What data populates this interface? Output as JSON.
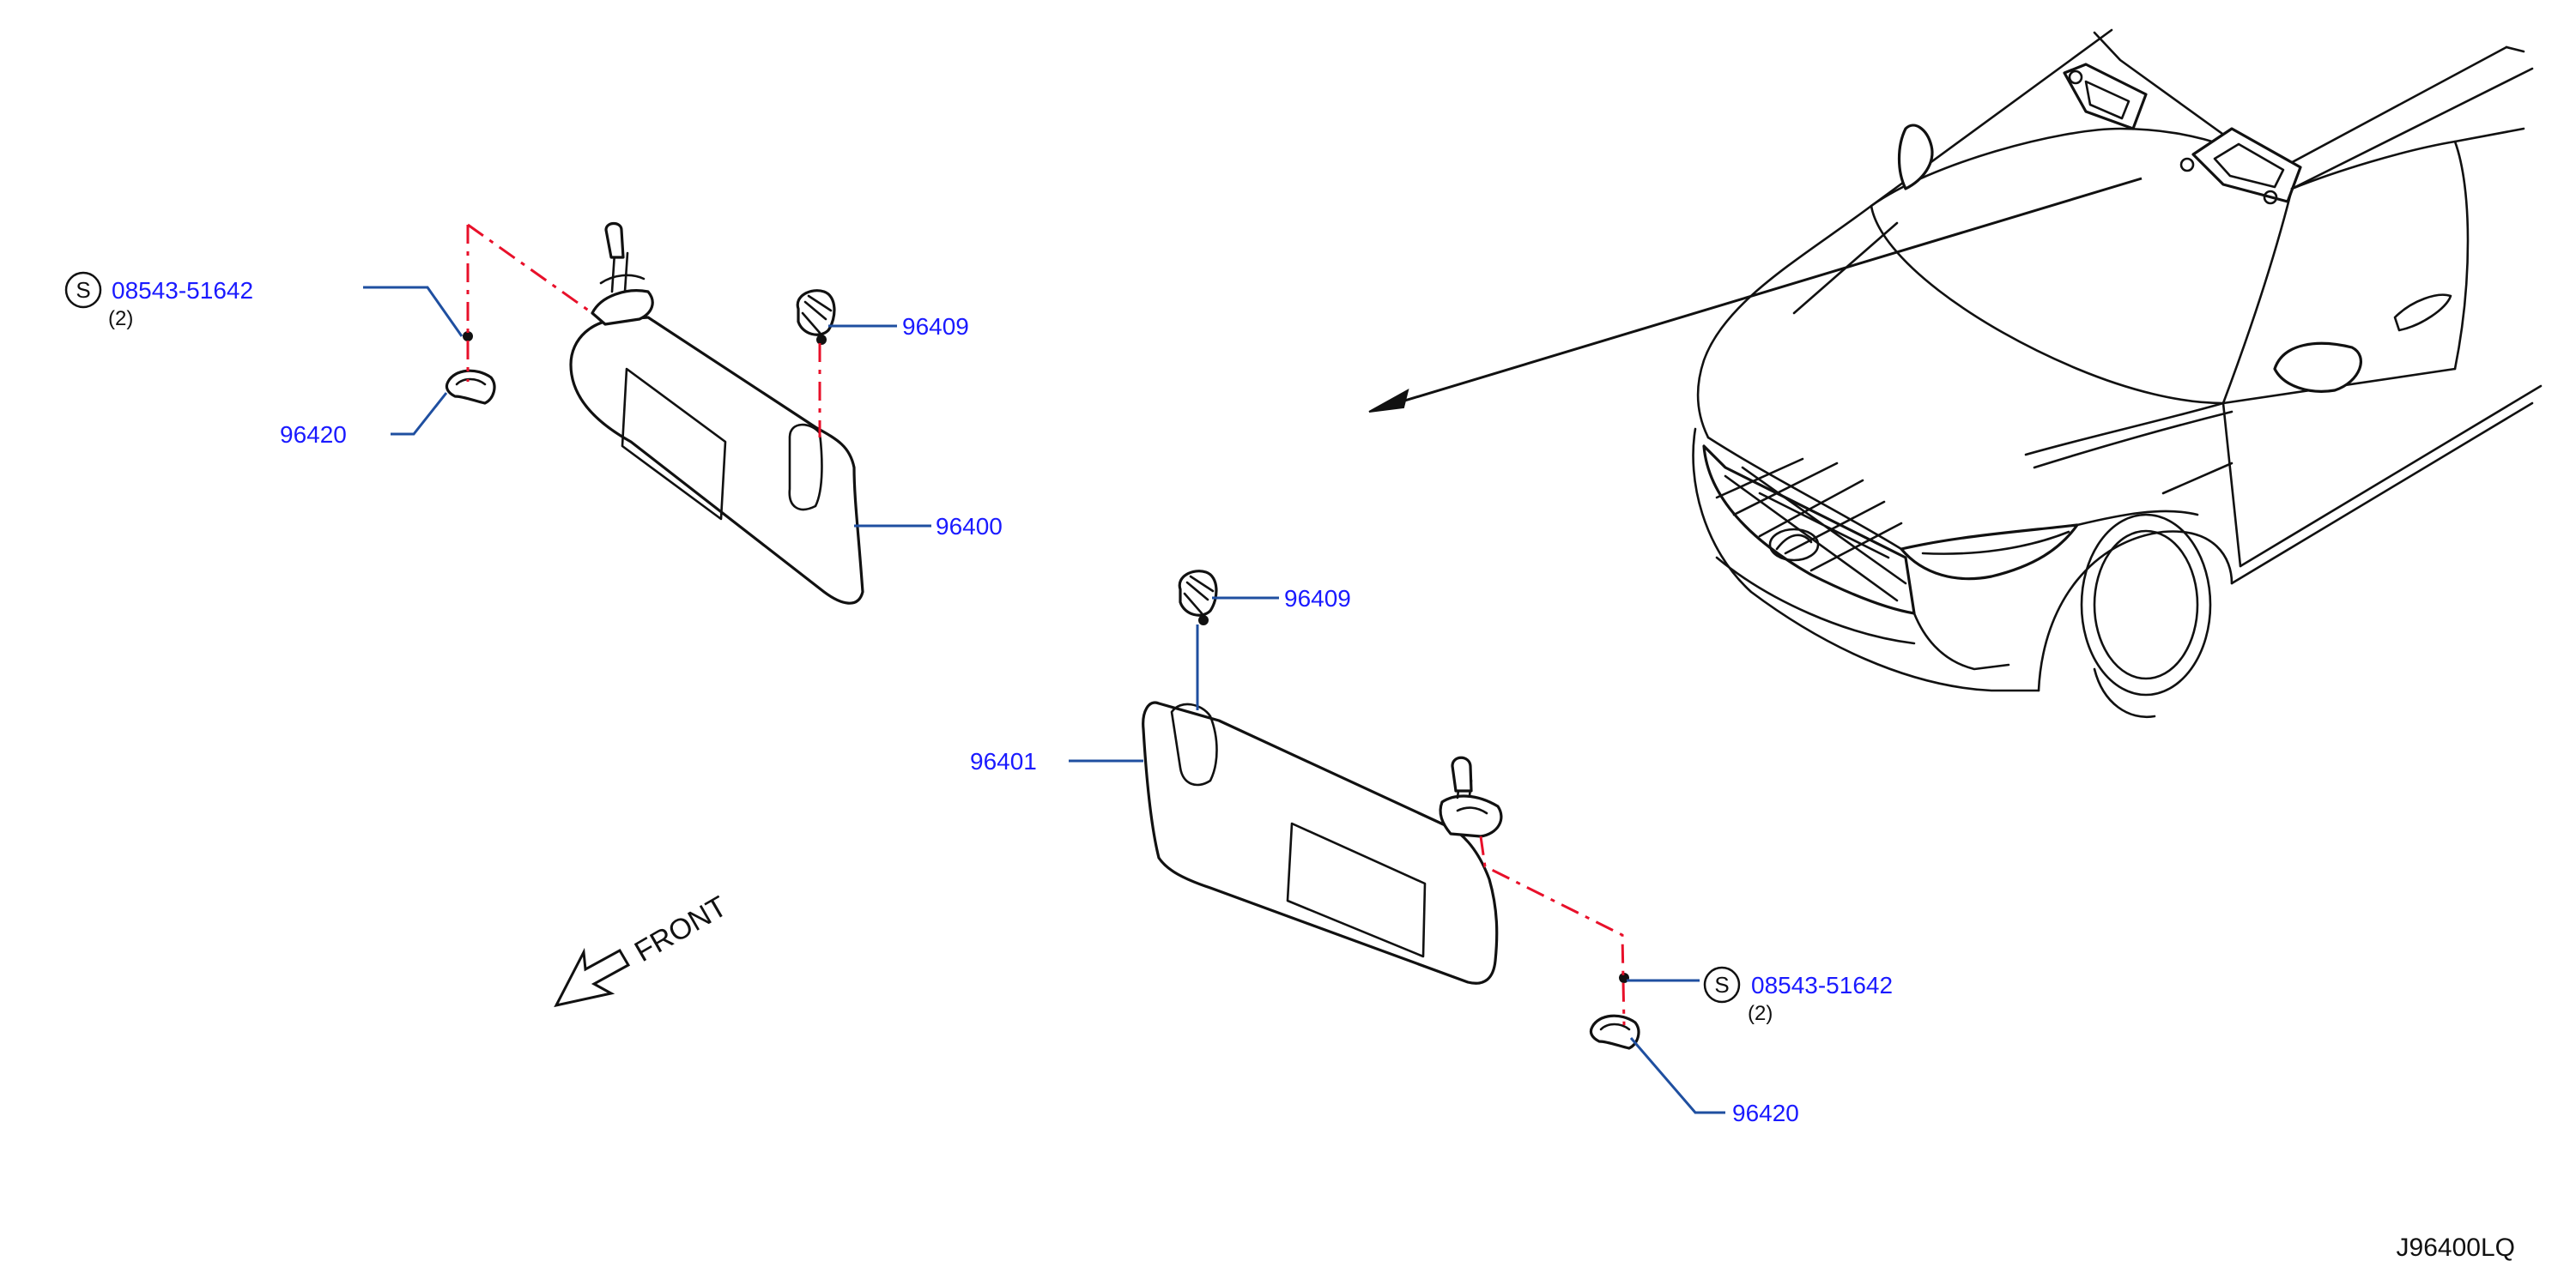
{
  "callouts": {
    "bolt_left": {
      "part_no": "08543-51642",
      "qty": "(2)",
      "symbol": "S"
    },
    "bolt_right": {
      "part_no": "08543-51642",
      "qty": "(2)",
      "symbol": "S"
    },
    "holder_left": "96420",
    "holder_right": "96420",
    "hook_upper": "96409",
    "hook_lower": "96409",
    "visor_rh": "96400",
    "visor_lh": "96401"
  },
  "front_indicator": "FRONT",
  "diagram_code": "J96400LQ",
  "colors": {
    "callout_text": "#1a1aff",
    "leader_line": "#1f4fa0",
    "mount_line": "#e8102a",
    "outline": "#111111"
  },
  "icons": [
    "s-symbol-icon",
    "front-arrow-icon",
    "vehicle-illustration"
  ]
}
